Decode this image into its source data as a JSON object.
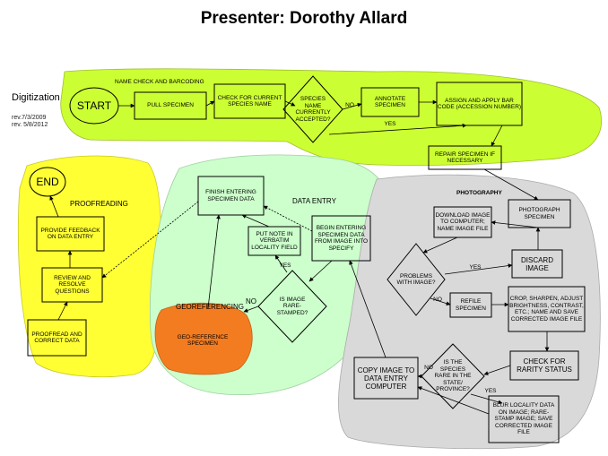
{
  "title": "Presenter: Dorothy Allard",
  "side": {
    "title": "Digitization Process",
    "rev1": "rev.7/3/2009",
    "rev2": "rev. 5/8/2012"
  },
  "regions": {
    "name_check": "NAME CHECK AND BARCODING",
    "proofreading": "PROOFREADING",
    "data_entry": "DATA ENTRY",
    "photography": "PHOTOGRAPHY",
    "georeferencing": "GEOREFERENCING"
  },
  "nodes": {
    "start": "START",
    "pull": "PULL SPECIMEN",
    "check": "CHECK FOR CURRENT SPECIES NAME",
    "accepted": "SPECIES NAME CURRENTLY ACCEPTED?",
    "annotate": "ANNOTATE SPECIMEN",
    "barcode": "ASSIGN AND APPLY BAR CODE (ACCESSION NUMBER)",
    "repair": "REPAIR SPECIMEN IF NECESSARY",
    "photograph": "PHOTOGRAPH SPECIMEN",
    "download": "DOWNLOAD IMAGE TO COMPUTER; NAME IMAGE FILE",
    "problems": "PROBLEMS WITH IMAGE?",
    "discard": "DISCARD IMAGE",
    "refile": "REFILE SPECIMEN",
    "crop": "CROP, SHARPEN, ADJUST BRIGHTNESS, CONTRAST, ETC.; NAME AND SAVE CORRECTED IMAGE FILE",
    "rarity": "CHECK FOR RARITY STATUS",
    "rare_q": "IS THE SPECIES RARE IN THE STATE/ PROVINCE?",
    "blur": "BLUR LOCALITY DATA ON IMAGE; RARE-STAMP IMAGE; SAVE CORRECTED IMAGE FILE",
    "copy": "COPY IMAGE TO DATA ENTRY COMPUTER",
    "begin": "BEGIN ENTERING SPECIMEN DATA FROM IMAGE INTO SPECIFY",
    "stamped": "IS IMAGE RARE-STAMPED?",
    "note": "PUT NOTE IN VERBATIM LOCALITY FIELD",
    "finish": "FINISH ENTERING SPECIMEN DATA",
    "geo": "GEO-REFERENCE SPECIMEN",
    "end": "END",
    "feedback": "PROVIDE FEEDBACK ON DATA ENTRY",
    "review": "REVIEW AND RESOLVE QUESTIONS",
    "proofread": "PROOFREAD AND CORRECT DATA"
  },
  "edges": {
    "no": "NO",
    "yes": "YES"
  },
  "colors": {
    "green_region": "#ccff33",
    "yellow_region": "#ffff33",
    "lightgreen_region": "#ccffcc",
    "gray_region": "#d9d9d9",
    "orange_region": "#f47c20",
    "stroke": "#000000"
  }
}
